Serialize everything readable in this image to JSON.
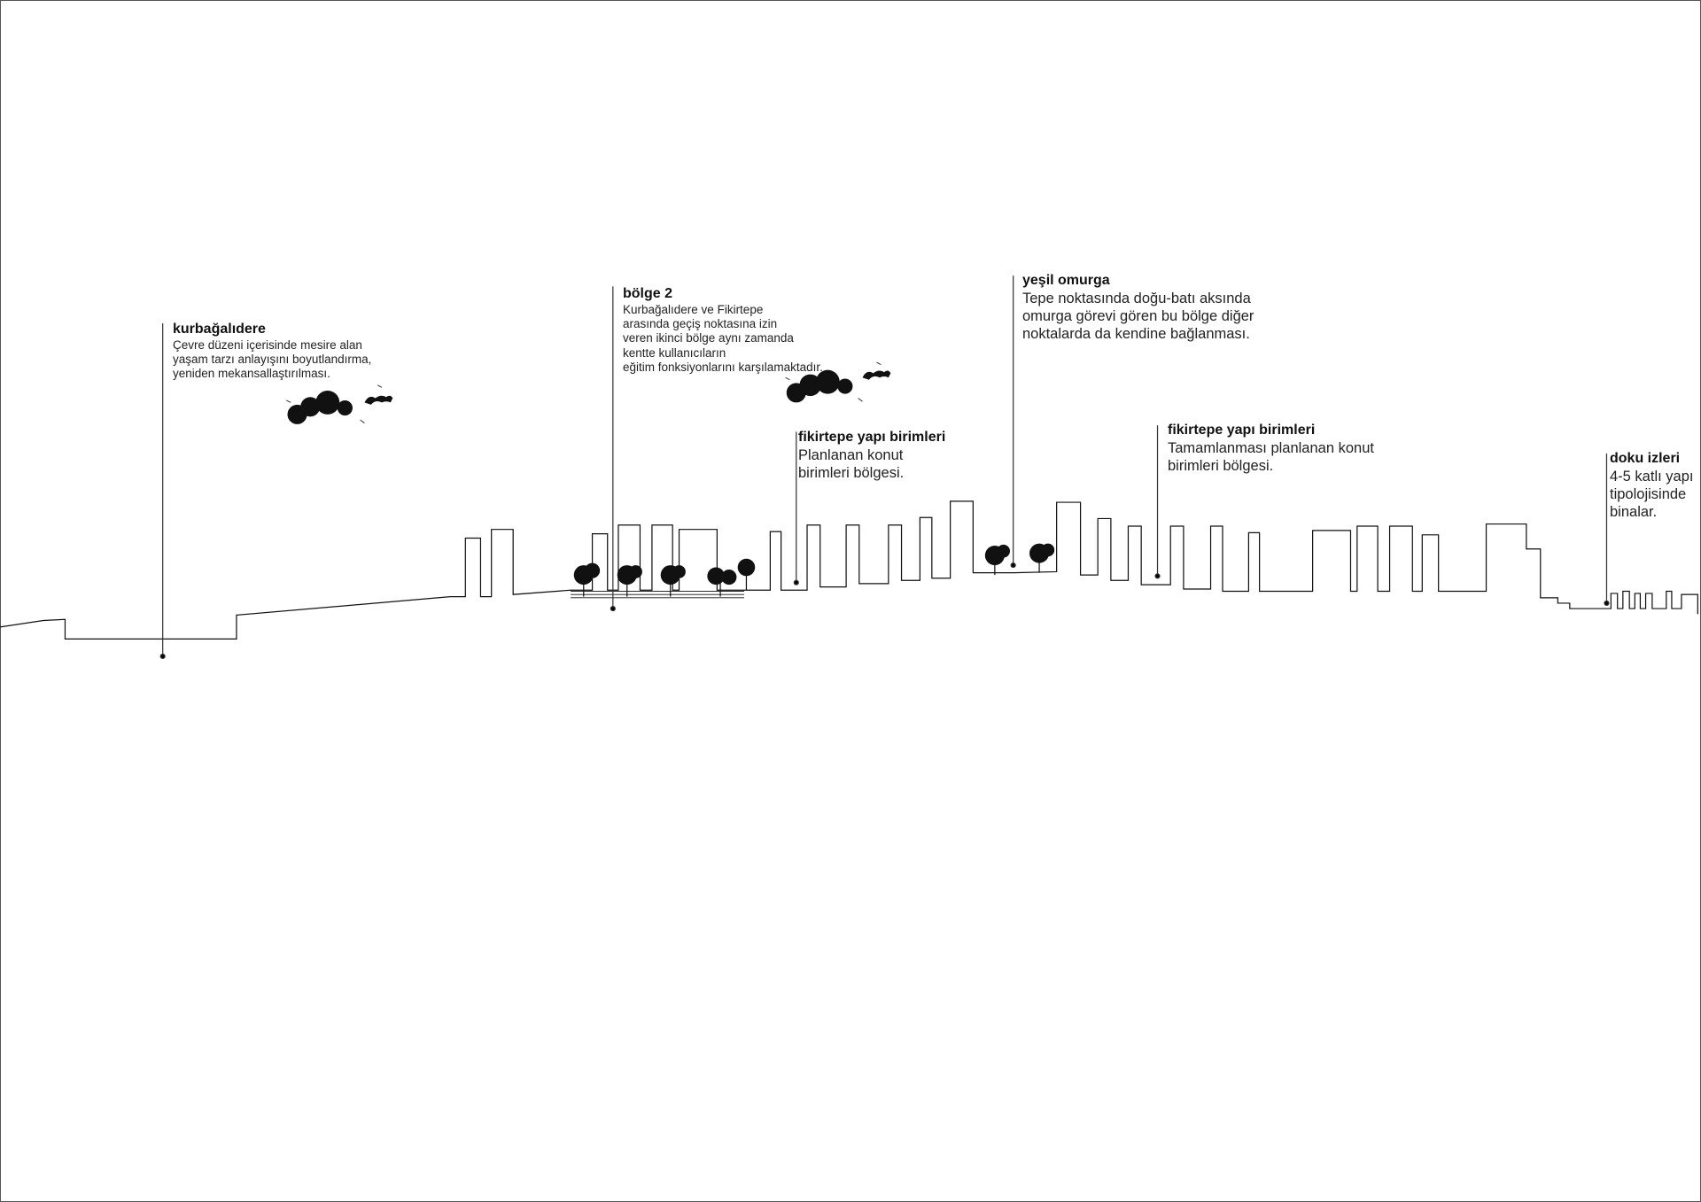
{
  "labels": [
    {
      "title": "kurbağalıdere",
      "desc": "Çevre düzeni içerisinde mesire alan\nyaşam tarzı anlayışını boyutlandırma,\nyeniden mekansallaştırılması."
    },
    {
      "title": "bölge 2",
      "desc": "Kurbağalıdere ve Fikirtepe\narasında geçiş noktasına izin\nveren ikinci bölge aynı zamanda\nkentte kullanıcıların\neğitim fonksiyonlarını karşılamaktadır."
    },
    {
      "title": "fikirtepe yapı birimleri",
      "desc": "Planlanan konut\nbirimleri bölgesi."
    },
    {
      "title": "yeşil omurga",
      "desc": "Tepe noktasında doğu-batı aksında\nomurga görevi gören bu bölge diğer\nnoktalarda da kendine bağlanması."
    },
    {
      "title": "fikirtepe yapı birimleri",
      "desc": "Tamamlanması planlanan konut\nbirimleri bölgesi."
    },
    {
      "title": "doku izleri",
      "desc": "4-5 katlı yapı\ntipolojisinde\nbinalar."
    }
  ],
  "colors": {
    "line": "#111111",
    "ink": "#000000"
  }
}
